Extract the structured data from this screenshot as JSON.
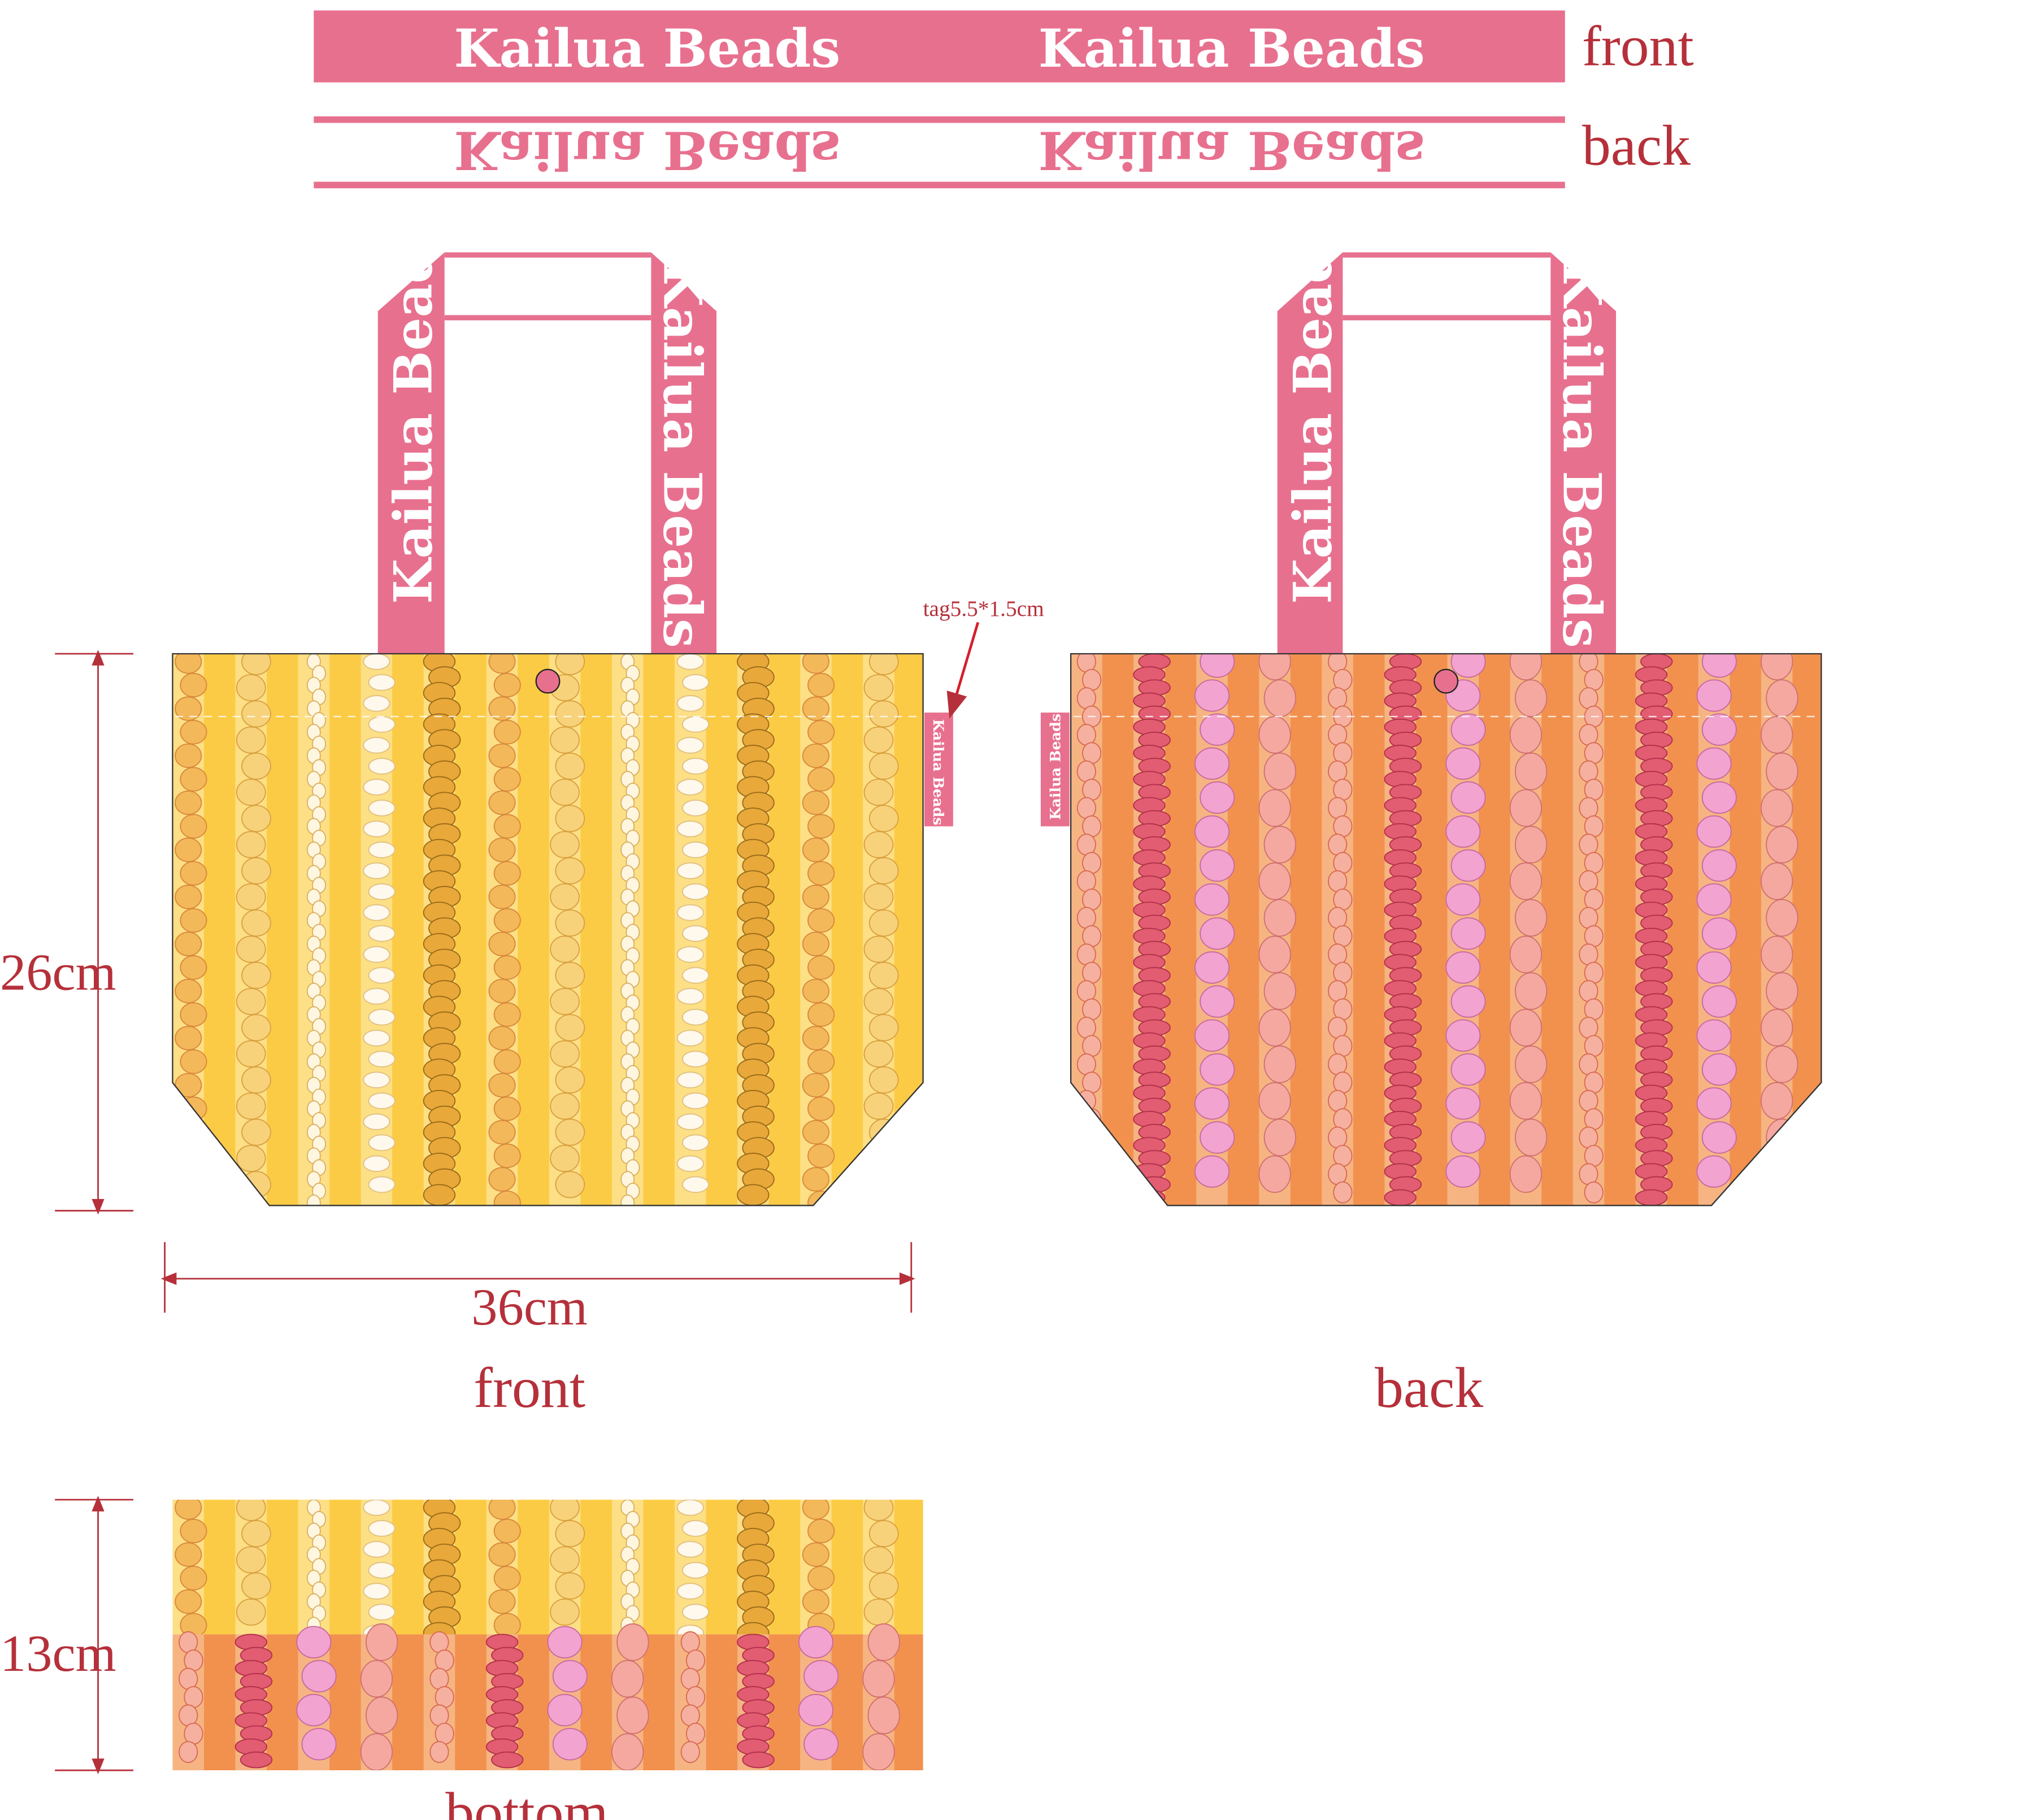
{
  "brand": "Kailua Beads",
  "strap_preview": {
    "front_label": "front",
    "back_label": "back"
  },
  "tag": {
    "label": "tag5.5*1.5cm",
    "text": "Kailua Beads"
  },
  "dimensions": {
    "height": "26cm",
    "width": "36cm",
    "bottom_depth": "13cm"
  },
  "views": {
    "front": "front",
    "back": "back",
    "bottom": "bottom"
  },
  "colors": {
    "brand_pink": "#E8708F",
    "label_red": "#B5303A",
    "yellow_dark": "#FCCB45",
    "yellow_light": "#FDDF85",
    "orange_dark": "#F2914E",
    "orange_light": "#F6B483"
  }
}
